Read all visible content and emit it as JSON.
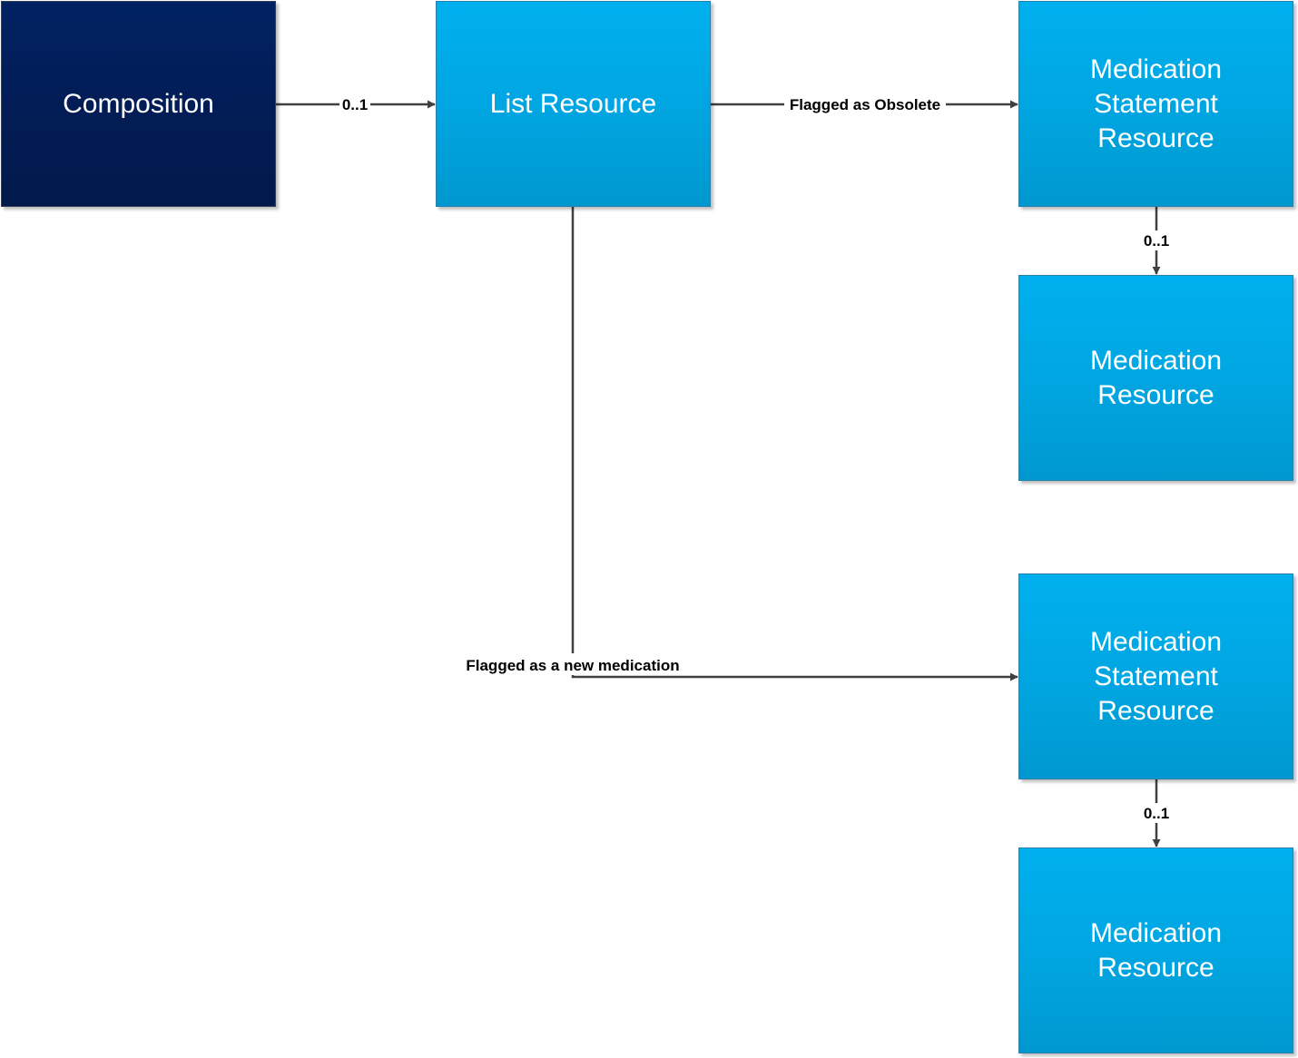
{
  "nodes": {
    "composition": {
      "label": "Composition"
    },
    "list_resource": {
      "label": "List Resource"
    },
    "med_statement_top": {
      "lines": [
        "Medication",
        "Statement",
        "Resource"
      ]
    },
    "medication_top": {
      "lines": [
        "Medication",
        "Resource"
      ]
    },
    "med_statement_bottom": {
      "lines": [
        "Medication",
        "Statement",
        "Resource"
      ]
    },
    "medication_bottom": {
      "lines": [
        "Medication",
        "Resource"
      ]
    }
  },
  "edges": {
    "composition_to_list": {
      "label": "0..1"
    },
    "list_to_statement_obsolete": {
      "label": "Flagged as Obsolete"
    },
    "statement_top_to_medication": {
      "label": "0..1"
    },
    "list_to_statement_new": {
      "label": "Flagged as a new medication"
    },
    "statement_bottom_to_medication": {
      "label": "0..1"
    }
  },
  "colors": {
    "dark_node": "#012262",
    "light_node": "#00a6e2",
    "edge": "#404040"
  }
}
